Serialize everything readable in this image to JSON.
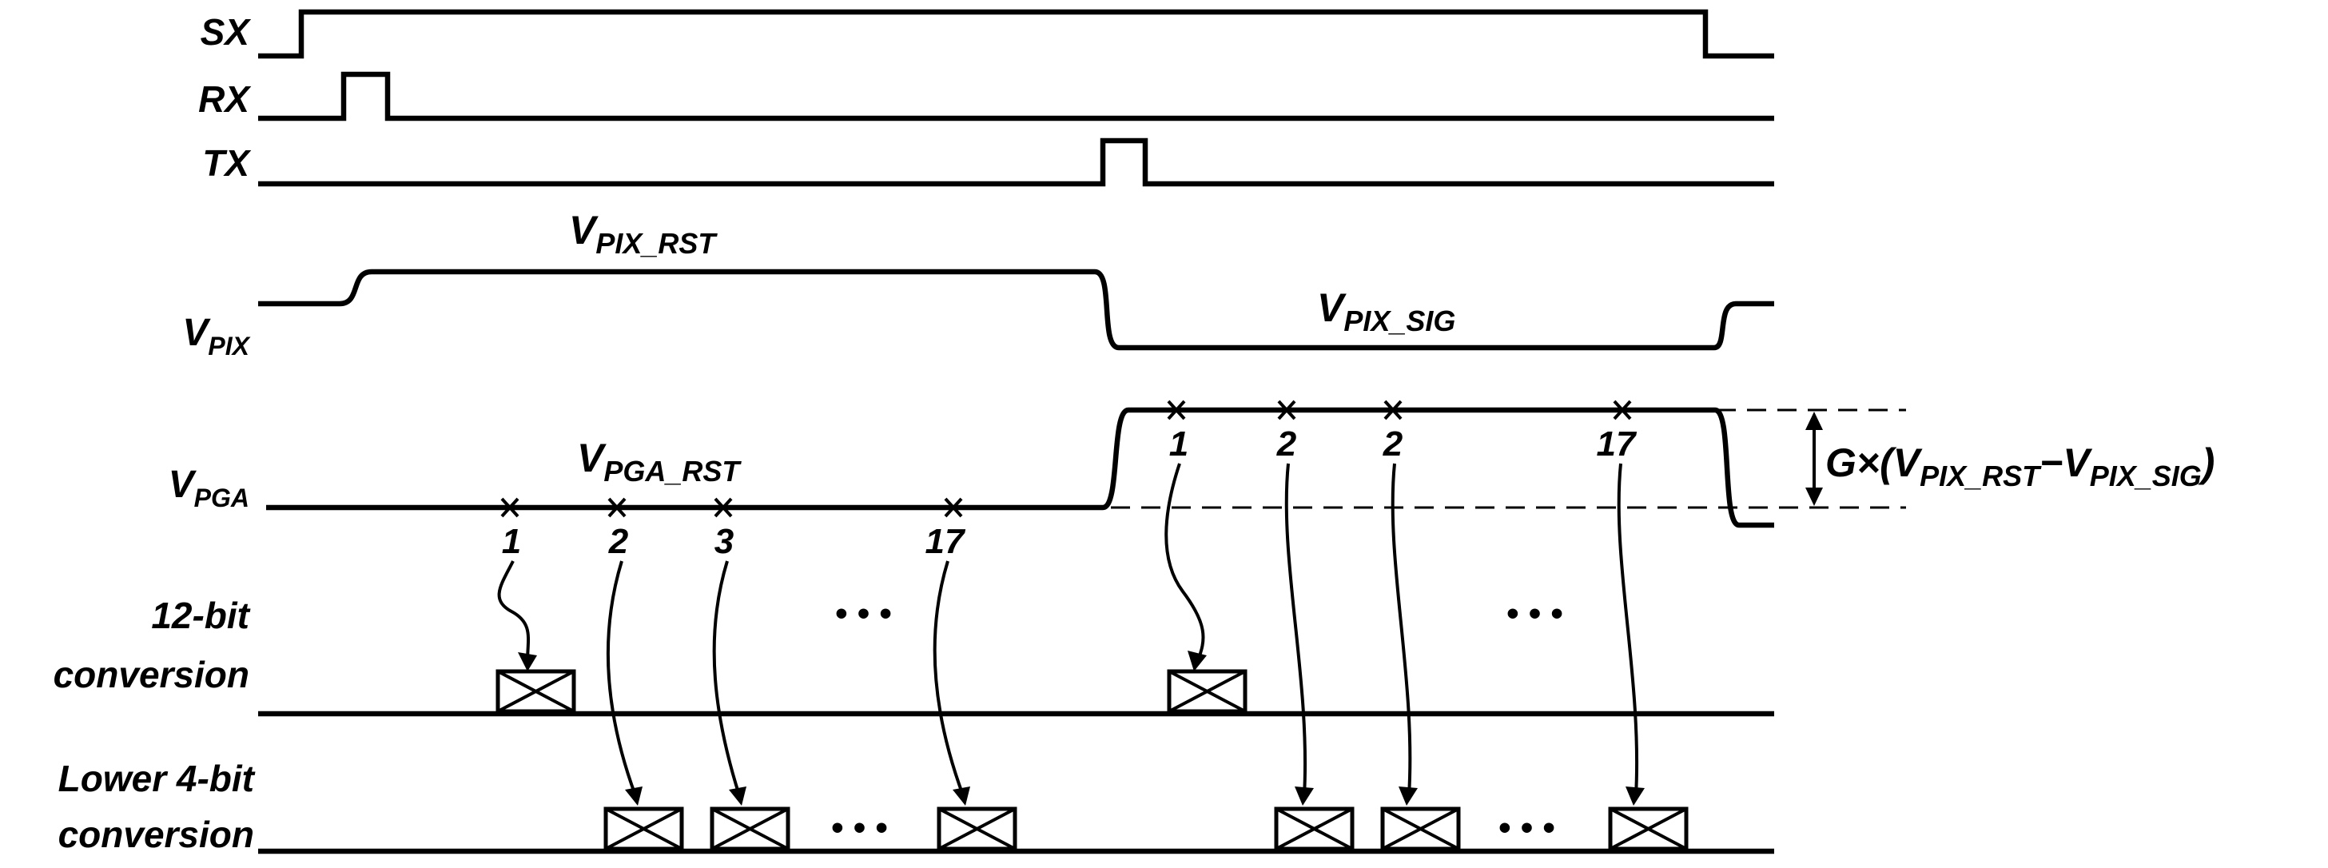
{
  "signals": {
    "sx": "SX",
    "rx": "RX",
    "tx": "TX",
    "vpix": {
      "main": "V",
      "sub": "PIX"
    },
    "vpga": {
      "main": "V",
      "sub": "PGA"
    }
  },
  "levels": {
    "vpix_rst": {
      "main": "V",
      "sub": "PIX_RST"
    },
    "vpix_sig": {
      "main": "V",
      "sub": "PIX_SIG"
    },
    "vpga_rst": {
      "main": "V",
      "sub": "PGA_RST"
    }
  },
  "gain_annotation": {
    "prefix": "G×(",
    "rst": {
      "main": "V",
      "sub": "PIX_RST"
    },
    "minus": "−",
    "sig": {
      "main": "V",
      "sub": "PIX_SIG"
    },
    "suffix": ")"
  },
  "rows": {
    "coarse": {
      "line1": "12-bit",
      "line2": "conversion"
    },
    "fine": {
      "line1": "Lower 4-bit",
      "line2": "conversion"
    }
  },
  "sample_labels": {
    "reset": [
      "1",
      "2",
      "3",
      "17"
    ],
    "signal": [
      "1",
      "2",
      "2",
      "17"
    ]
  },
  "ellipsis": "• • •"
}
